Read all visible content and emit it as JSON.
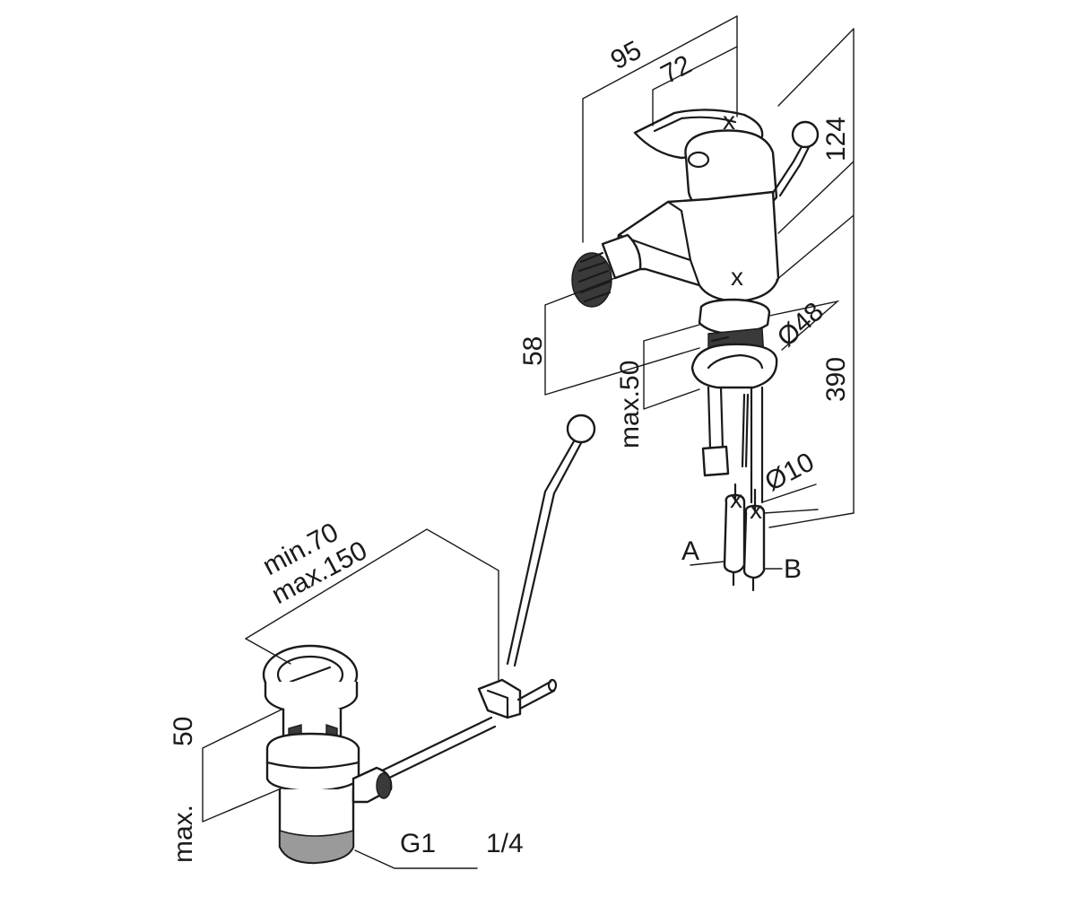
{
  "dimensions": {
    "width_95": "95",
    "width_72": "72",
    "height_124": "124",
    "height_58": "58",
    "max_50_deck": "max.50",
    "dia_48": "Ø48",
    "height_390": "390",
    "dia_10": "Ø10",
    "min_70": "min.70",
    "max_150": "max.150",
    "waste_50": "50",
    "waste_max": "max.",
    "thread_g1": "G1",
    "thread_quarter": "1/4"
  },
  "connections": {
    "a": "A",
    "b": "B"
  }
}
